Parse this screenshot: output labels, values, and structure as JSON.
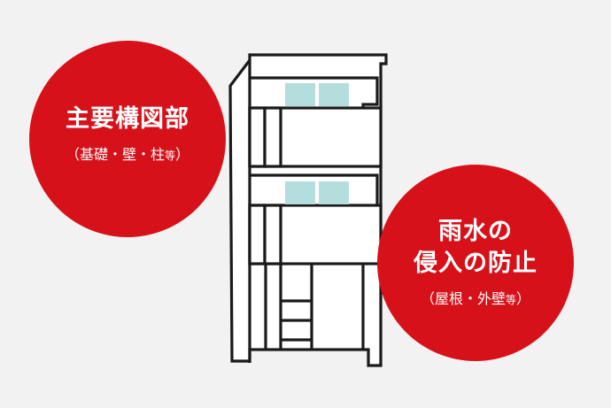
{
  "colors": {
    "background": "#f2f2f2",
    "circle": "#d7111a",
    "window": "#b4dedd",
    "outline": "#1a1a1a",
    "building": "#ffffff"
  },
  "labels": {
    "structure": {
      "title": "主要構図部",
      "sub_main": "（基礎・壁・柱",
      "sub_small": "等",
      "sub_close": "）"
    },
    "water": {
      "title_line1": "雨水の",
      "title_line2": "侵入の防止",
      "sub_main": "（屋根・外壁",
      "sub_small": "等",
      "sub_close": "）"
    }
  },
  "icons": {
    "building": "apartment-building-icon"
  }
}
